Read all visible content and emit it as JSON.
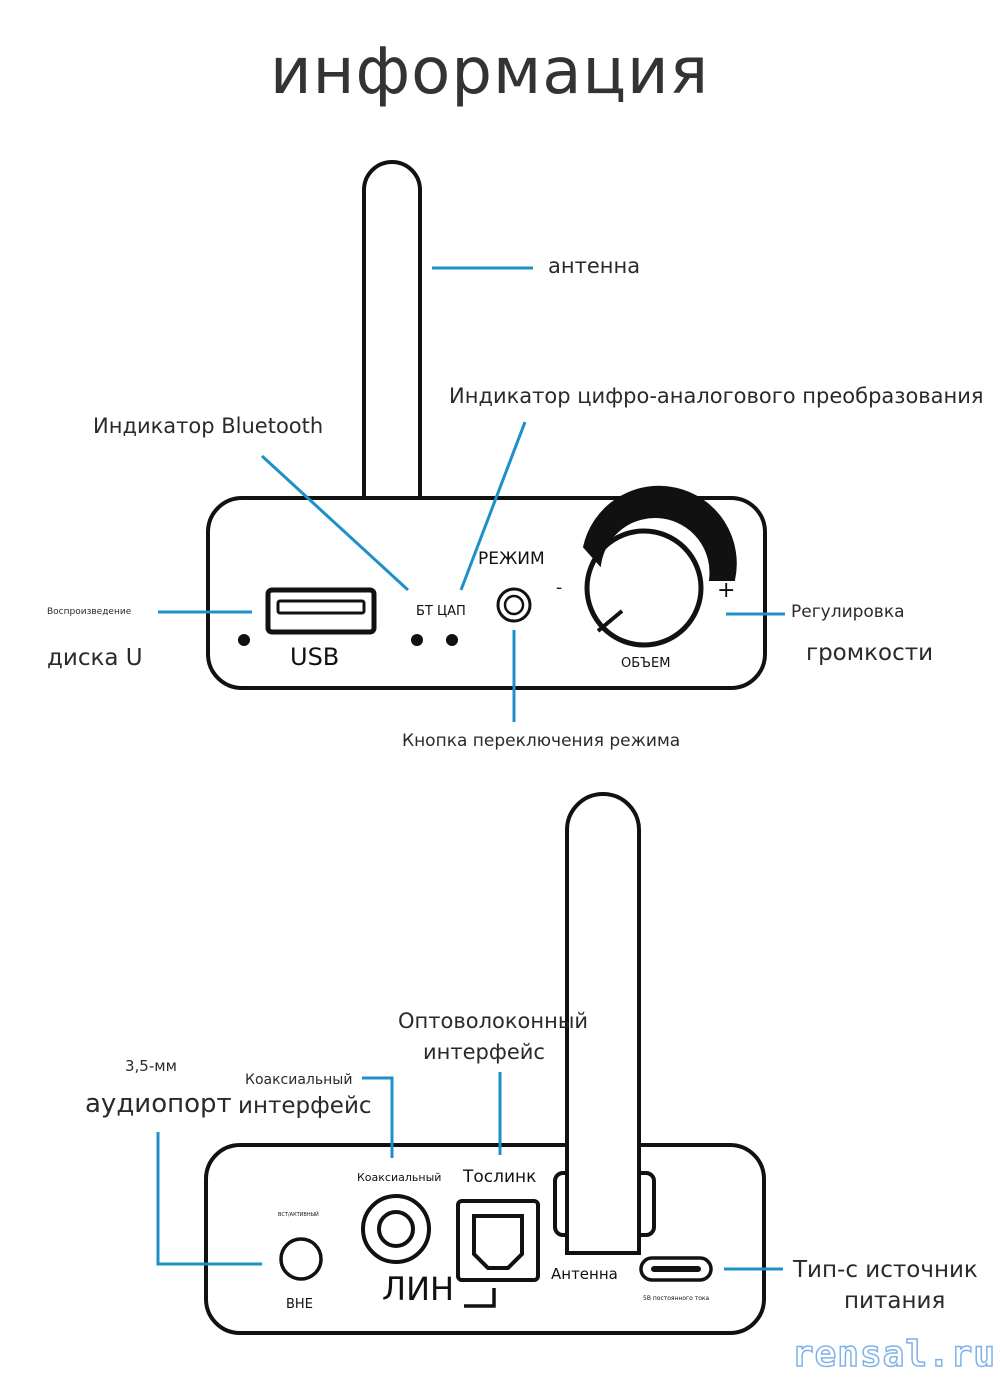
{
  "title": "информация",
  "front": {
    "antenna": "антенна",
    "bt_indicator": "Индикатор Bluetooth",
    "dac_indicator": "Индикатор цифро-аналогового преобразования",
    "playback_line1": "Воспроизведение",
    "playback_line2": "диска U",
    "volume_line1": "Регулировка",
    "volume_line2": "громкости",
    "mode_button": "Кнопка переключения режима",
    "panel": {
      "usb": "USB",
      "bt_dac": "БТ ЦАП",
      "mode": "РЕЖИМ",
      "minus": "-",
      "plus": "+",
      "volume": "ОБЪЕМ"
    }
  },
  "back": {
    "optical_line1": "Оптоволоконный",
    "optical_line2": "интерфейс",
    "aux_line1": "3,5-мм",
    "aux_line2": "аудиопорт",
    "coax_line1": "Коаксиальный",
    "coax_line2": "интерфейс",
    "typec_line1": "Тип-с источник",
    "typec_line2": "питания",
    "panel": {
      "coax": "Коаксиальный",
      "toslink": "Тослинк",
      "line": "ЛИН",
      "antenna": "Антенна",
      "out": "ВНЕ",
      "aux_tiny": "ВСТ/АКТИВНЫЙ",
      "dc_tiny": "5В постоянного тока"
    }
  },
  "watermark": "rensal.ru",
  "colors": {
    "leader": "#1e90c8",
    "outline": "#111111",
    "text": "#2a2a2a"
  }
}
